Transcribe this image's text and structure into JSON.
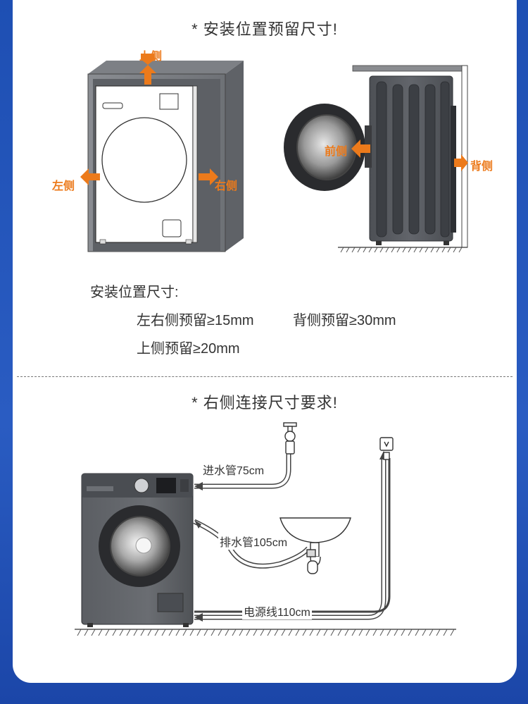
{
  "section1": {
    "title": "* 安装位置预留尺寸!",
    "arrows": {
      "top": "上侧",
      "left": "左侧",
      "right": "右侧",
      "front": "前侧",
      "back": "背侧"
    },
    "spec_heading": "安装位置尺寸:",
    "spec_lr": "左右侧预留≥15mm",
    "spec_back": "背侧预留≥30mm",
    "spec_top": "上侧预留≥20mm"
  },
  "section2": {
    "title": "* 右侧连接尺寸要求!",
    "inlet_hose": "进水管75cm",
    "drain_hose": "排水管105cm",
    "power_cord": "电源线110cm"
  },
  "colors": {
    "accent": "#ec7a1b",
    "background": "#1e4fb3",
    "machine": "#55585e"
  }
}
